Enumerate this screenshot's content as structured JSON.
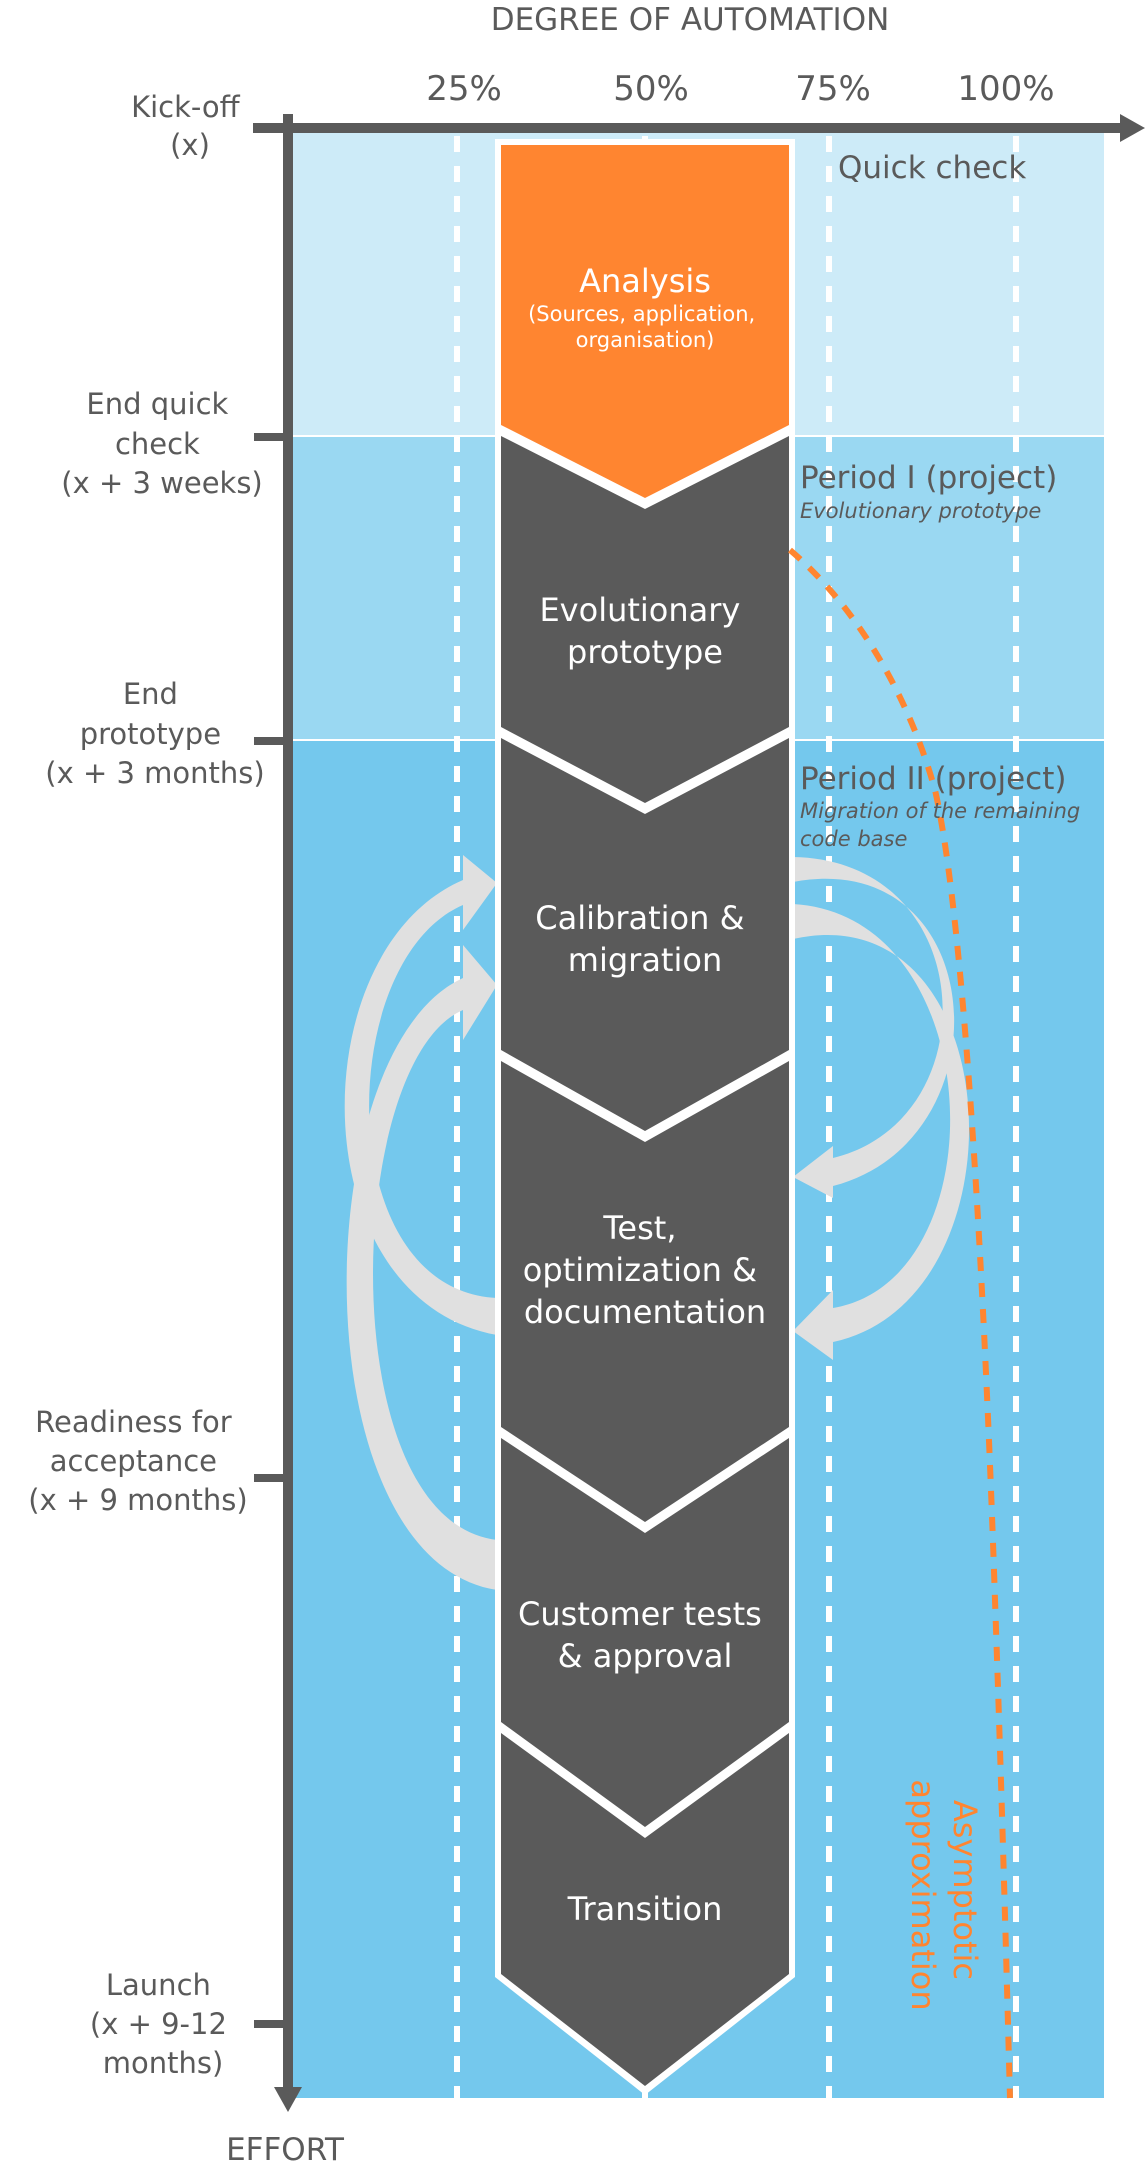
{
  "axes": {
    "x_title": "DEGREE OF AUTOMATION",
    "y_title": "EFFORT",
    "x_ticks": [
      "25%",
      "50%",
      "75%",
      "100%"
    ]
  },
  "milestones": [
    {
      "lines": [
        "Kick-off",
        "(x)"
      ]
    },
    {
      "lines": [
        "End quick",
        "check",
        "(x + 3 weeks)"
      ]
    },
    {
      "lines": [
        "End",
        "prototype",
        "(x + 3 months)"
      ]
    },
    {
      "lines": [
        "Readiness for",
        "acceptance",
        "(x + 9 months)"
      ]
    },
    {
      "lines": [
        "Launch",
        "(x + 9-12",
        "months)"
      ]
    }
  ],
  "phases": [
    {
      "title": "Quick check",
      "subtitle": ""
    },
    {
      "title": "Period I (project)",
      "subtitle": "Evolutionary prototype"
    },
    {
      "title": "Period II (project)",
      "subtitle_lines": [
        "Migration of the remaining",
        "code base"
      ]
    }
  ],
  "steps": [
    {
      "lines": [
        "Analysis"
      ],
      "sub_lines": [
        "(Sources, application,",
        "organisation)"
      ]
    },
    {
      "lines": [
        "Evolutionary",
        "prototype"
      ]
    },
    {
      "lines": [
        "Calibration &",
        "migration"
      ]
    },
    {
      "lines": [
        "Test,",
        "optimization &",
        "documentation"
      ]
    },
    {
      "lines": [
        "Customer tests",
        "& approval"
      ]
    },
    {
      "lines": [
        "Transition"
      ]
    }
  ],
  "curve_label": [
    "Asymptotic",
    "approximation"
  ],
  "colors": {
    "band_quick_check": "#cdebf8",
    "band_period_1": "#9ad8f2",
    "band_period_2": "#74c8ed",
    "step_dark": "#5a5a5a",
    "step_highlight": "#ff8530",
    "feedback_arrows": "#e0e0e0",
    "axis": "#5a5a5a",
    "curve": "#ff8530"
  }
}
